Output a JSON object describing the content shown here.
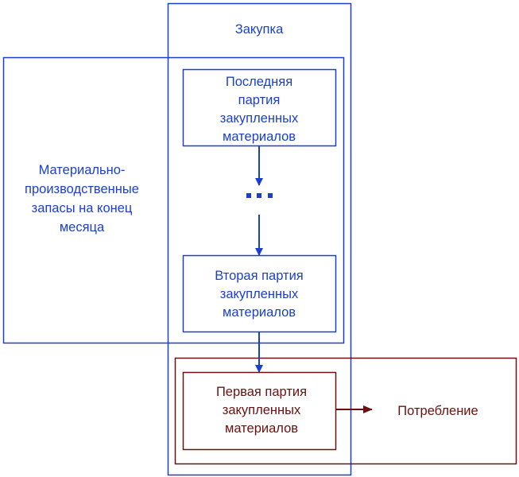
{
  "colors": {
    "blue": "#1a3fcf",
    "maroon": "#6b1010"
  },
  "purchase": {
    "title": "Закупка"
  },
  "inventory": {
    "lines": [
      "Материально-",
      "производственные",
      "запасы на конец",
      "месяца"
    ]
  },
  "last_batch": {
    "lines": [
      "Последняя",
      "партия",
      "закупленных",
      "материалов"
    ]
  },
  "ellipsis": "...",
  "second_batch": {
    "lines": [
      "Вторая партия",
      "закупленных",
      "материалов"
    ]
  },
  "first_batch": {
    "lines": [
      "Первая партия",
      "закупленных",
      "материалов"
    ]
  },
  "consumption": {
    "label": "Потребление"
  }
}
